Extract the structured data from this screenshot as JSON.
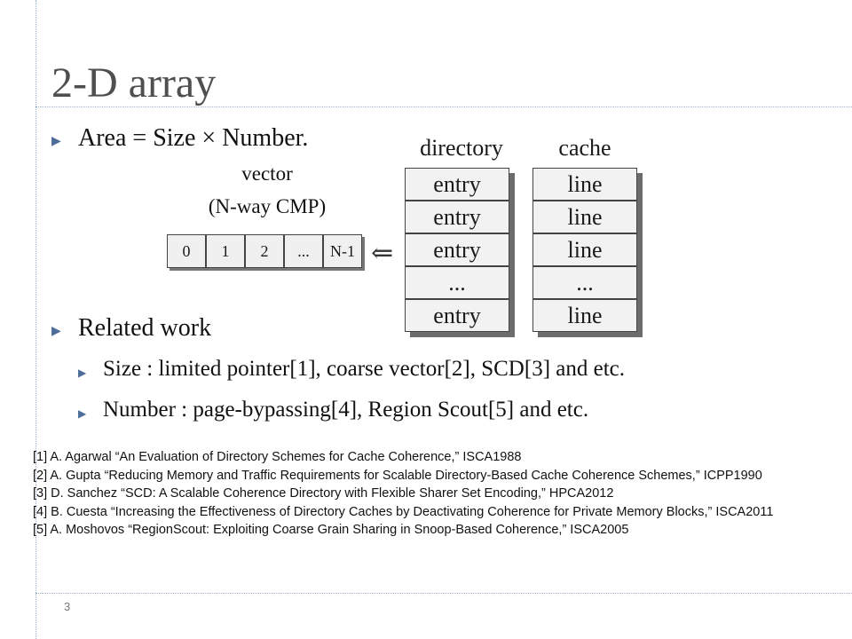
{
  "title": "2-D array",
  "bullets": {
    "area": "Area = Size × Number.",
    "related": "Related work",
    "size": "Size : limited pointer[1], coarse vector[2], SCD[3] and etc.",
    "number": "Number : page-bypassing[4], Region Scout[5] and etc."
  },
  "vector": {
    "label_line1": "vector",
    "label_line2": "(N-way CMP)",
    "cells": [
      "0",
      "1",
      "2",
      "...",
      "N-1"
    ]
  },
  "arrow_glyph": "⇐",
  "directory": {
    "header": "directory",
    "entries": [
      "entry",
      "entry",
      "entry",
      "...",
      "entry"
    ]
  },
  "cache": {
    "header": "cache",
    "lines": [
      "line",
      "line",
      "line",
      "...",
      "line"
    ]
  },
  "references": [
    "[1] A. Agarwal “An Evaluation of Directory Schemes for Cache Coherence,” ISCA1988",
    "[2] A. Gupta “Reducing Memory and Traffic Requirements for Scalable Directory-Based Cache Coherence Schemes,” ICPP1990",
    "[3] D. Sanchez “SCD: A Scalable Coherence Directory with Flexible Sharer Set Encoding,” HPCA2012",
    "[4] B. Cuesta “Increasing the Effectiveness of Directory Caches by Deactivating Coherence for Private Memory Blocks,” ISCA2011",
    "[5] A. Moshovos “RegionScout: Exploiting Coarse Grain Sharing in Snoop-Based Coherence,” ISCA2005"
  ],
  "page_number": "3",
  "colors": {
    "bullet": "#4f6d9a",
    "title": "#4f4f4f",
    "guide_lines": "#9db0c8"
  }
}
